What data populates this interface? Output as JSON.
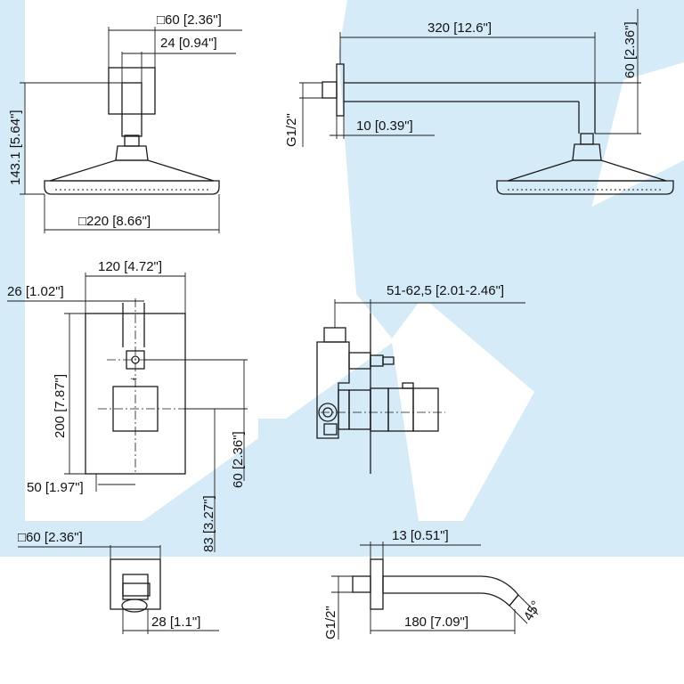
{
  "colors": {
    "background": "#ffffff",
    "watermark": "#d6ebf8",
    "line": "#1a1a1a"
  },
  "labels": {
    "head_flange": "□60 [2.36\"]",
    "arm_width": "24 [0.94\"]",
    "head_height": "143.1 [5.64\"]",
    "head_diameter": "□220 [8.66\"]",
    "arm_length": "320 [12.6\"]",
    "arm_drop": "60 [2.36\"]",
    "arm_thread": "G1/2\"",
    "arm_offset": "10 [0.39\"]",
    "plate_width": "120 [4.72\"]",
    "plate_offset": "26 [1.02\"]",
    "plate_height": "200 [7.87\"]",
    "handle_offset": "50 [1.97\"]",
    "center_spacing": "60 [2.36\"]",
    "lower_offset": "83 [3.27\"]",
    "wall_depth": "51-62,5 [2.01-2.46\"]",
    "diverter_flange": "□60 [2.36\"]",
    "diverter_depth": "28 [1.1\"]",
    "spout_flange": "13 [0.51\"]",
    "spout_thread": "G1/2\"",
    "spout_length": "180 [7.09\"]",
    "spout_angle": "45°"
  }
}
